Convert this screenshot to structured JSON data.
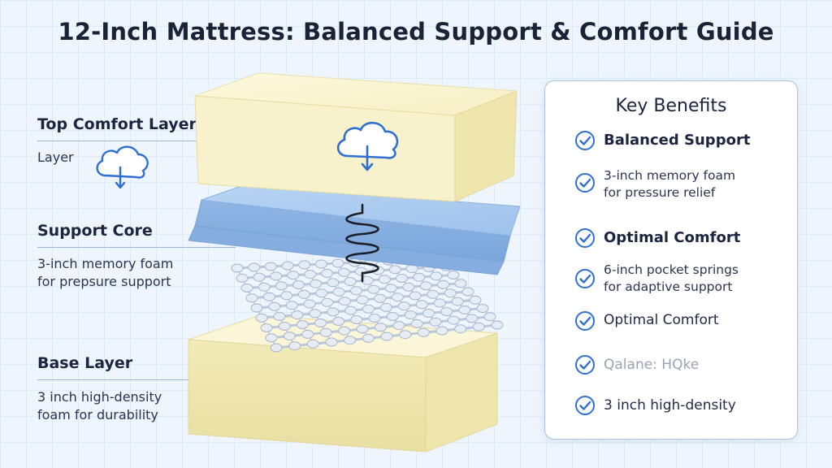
{
  "title": "12-Inch Mattress: Balanced Support & Comfort Guide",
  "labels": {
    "top": {
      "heading": "Top Comfort Layer",
      "sub": "Layer"
    },
    "core": {
      "heading": "Support Core",
      "sub1": "3-inch memory foam",
      "sub2": "for prepsure support"
    },
    "base": {
      "heading": "Base Layer",
      "sub1": "3 inch high-density",
      "sub2": "foam for durability"
    }
  },
  "panel": {
    "title": "Key Benefits",
    "items": [
      {
        "text": "Balanced Support"
      },
      {
        "text1": "3-inch memory foam",
        "text2": "for pressure relief"
      },
      {
        "text": "Optimal Comfort"
      },
      {
        "text1": "6-inch pocket springs",
        "text2": "for adaptive support"
      },
      {
        "text": "Optimal Comfort"
      },
      {
        "text": "Qalane: HQke"
      },
      {
        "text": "3 inch high-density"
      }
    ]
  },
  "icons": [
    "cloud-download-icon",
    "spring-coil-icon",
    "check-circle-icon"
  ],
  "colors": {
    "background": "#eef5fc",
    "foam_top": "#fbf6d2",
    "foam_side": "#f0e8b0",
    "core_blue": "#a9c9ee",
    "accent": "#2f6fd0",
    "panel_border": "#a9c3e3"
  }
}
